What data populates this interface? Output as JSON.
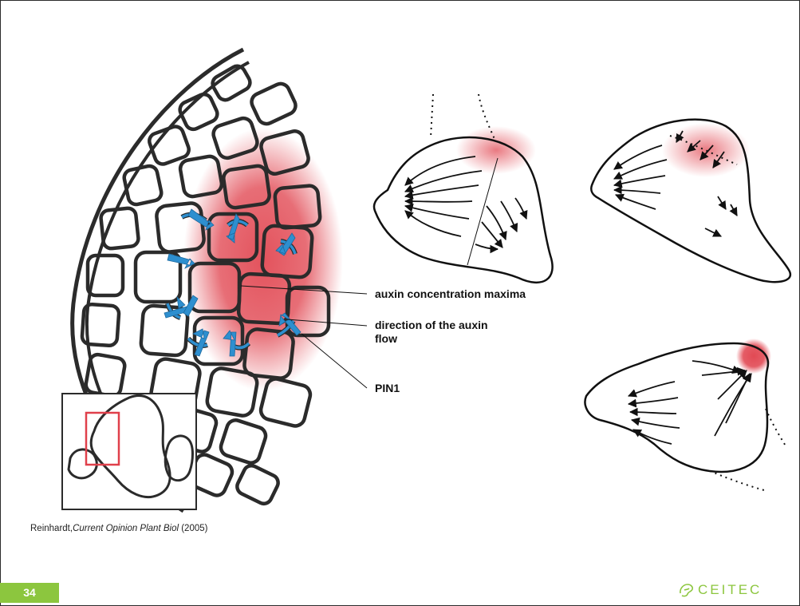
{
  "labels": {
    "maxima": "auxin concentration maxima",
    "flow_line1": "direction of the auxin",
    "flow_line2": "flow",
    "pin": "PIN1"
  },
  "citation": {
    "author": "Reinhardt,",
    "journal": "Current Opinion Plant Biol",
    "year": " (2005)"
  },
  "footer": {
    "slide_number": "34",
    "logo_text": "CEITEC",
    "logo_icon": "ceitec-leaf-icon"
  },
  "colors": {
    "auxin": "#e0404b",
    "pin1": "#2e8fcf",
    "accent": "#8cc63e",
    "outline": "#222222",
    "inset_box": "#e0404b"
  }
}
